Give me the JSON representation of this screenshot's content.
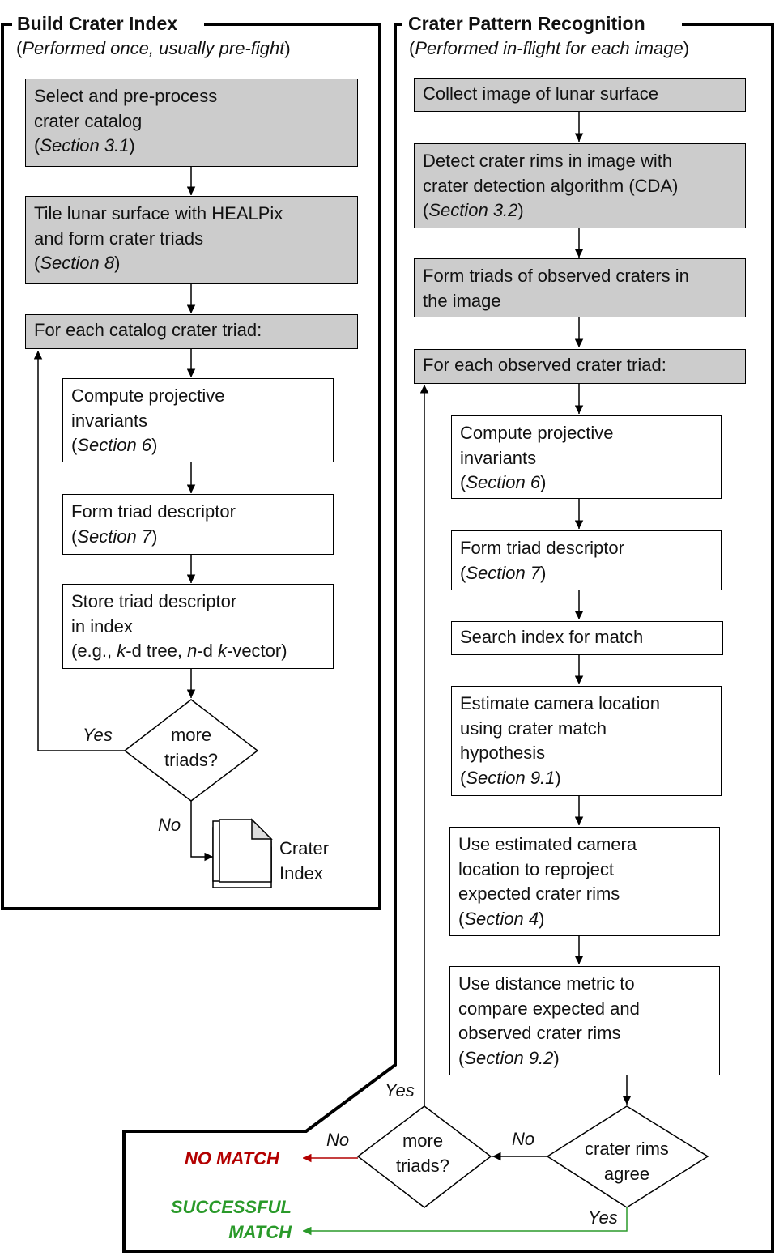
{
  "left_panel": {
    "title": "Build Crater Index",
    "subtitle": [
      "(",
      "Performed once, usually pre-fight",
      ")"
    ],
    "box1": {
      "line1": "Select and pre-process",
      "line2": "crater catalog",
      "ref": "Section 3.1"
    },
    "box2": {
      "line1": "Tile lunar surface with HEALPix",
      "line2": "and form crater triads",
      "ref": "Section 8"
    },
    "loop_header": "For each catalog crater triad:",
    "box3": {
      "line1": "Compute projective",
      "line2": "invariants",
      "ref": "Section 6"
    },
    "box4": {
      "line1": "Form triad descriptor",
      "ref": "Section 7"
    },
    "box5": {
      "line1": "Store triad descriptor",
      "line2": "in index",
      "line3_parts": [
        "(e.g., ",
        "k",
        "-d tree, ",
        "n",
        "-d ",
        "k",
        "-vector)"
      ]
    },
    "decision": {
      "line1": "more",
      "line2": "triads?"
    },
    "yes_label": "Yes",
    "no_label": "No",
    "output": {
      "line1": "Crater",
      "line2": "Index"
    }
  },
  "right_panel": {
    "title": "Crater Pattern Recognition",
    "subtitle": [
      "(",
      "Performed in-flight for each image",
      ")"
    ],
    "box1": {
      "line1": "Collect image of lunar surface"
    },
    "box2": {
      "line1": "Detect crater rims in image with",
      "line2": "crater detection algorithm (CDA)",
      "ref": "Section 3.2"
    },
    "box3": {
      "line1": "Form triads of observed craters in",
      "line2": "the image"
    },
    "loop_header": "For each observed crater triad:",
    "box4": {
      "line1": "Compute projective",
      "line2": "invariants",
      "ref": "Section 6"
    },
    "box5": {
      "line1": "Form triad descriptor",
      "ref": "Section 7"
    },
    "box6": {
      "line1": "Search index for match"
    },
    "box7": {
      "line1": "Estimate camera location",
      "line2": "using crater match",
      "line3": "hypothesis",
      "ref": "Section 9.1"
    },
    "box8": {
      "line1": "Use estimated camera",
      "line2": "location to reproject",
      "line3": "expected crater rims",
      "ref": "Section 4"
    },
    "box9": {
      "line1": "Use distance metric to",
      "line2": "compare expected and",
      "line3": "observed crater rims",
      "ref": "Section 9.2"
    },
    "decision_agree": {
      "line1": "crater rims",
      "line2": "agree"
    },
    "decision_more": {
      "line1": "more",
      "line2": "triads?"
    },
    "yes_more": "Yes",
    "no_more": "No",
    "no_agree": "No",
    "yes_agree": "Yes"
  },
  "outcomes": {
    "no_match": "NO MATCH",
    "success_line1": "SUCCESSFUL",
    "success_line2": "MATCH"
  },
  "colors": {
    "box_fill": "#cccccc",
    "no_match": "#b30000",
    "success": "#2a9a2a",
    "line": "#000000"
  }
}
